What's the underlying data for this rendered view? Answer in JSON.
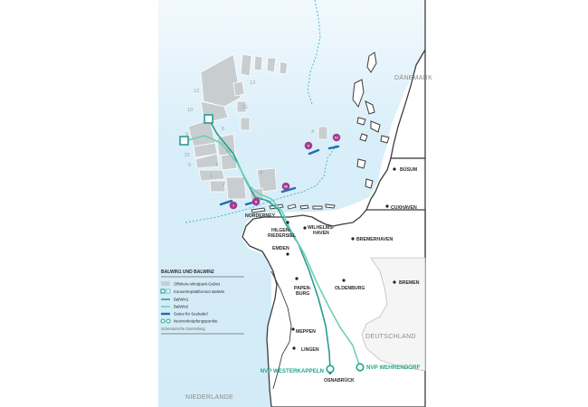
{
  "countries": {
    "daenemark": "DÄNEMARK",
    "deutschland": "DEUTSCHLAND",
    "niederlande": "NIEDERLANDE"
  },
  "cities": {
    "buesum": "BÜSUM",
    "cuxhaven": "CUXHAVEN",
    "bremerhaven": "BREMERHAVEN",
    "bremen": "BREMEN",
    "oldenburg": "OLDENBURG",
    "emden": "EMDEN",
    "papenburg_1": "PAPEN-",
    "papenburg_2": "BURG",
    "meppen": "MEPPEN",
    "lingen": "LINGEN",
    "osnabrueck": "OSNABRÜCK",
    "norderney": "NORDERNEY",
    "hilgenriedersiel_1": "HILGEN-",
    "hilgenriedersiel_2": "RIEDERSIEL",
    "wilhelmshaven_1": "WILHELMS-",
    "wilhelmshaven_2": "HAVEN"
  },
  "nvp": {
    "westerkappeln": "NVP WESTERKAPPELN",
    "wehrendorf": "NVP WEHRENDORF"
  },
  "areas": [
    "12",
    "10",
    "9",
    "21",
    "6",
    "8",
    "5",
    "7",
    "4",
    "3",
    "13",
    "11",
    "2",
    "1"
  ],
  "gates": [
    "I",
    "II",
    "III",
    "IV",
    "V"
  ],
  "legend": {
    "title": "BALWIN1 UND BALWIN2",
    "items": [
      "Offshore-Windpark-Gebiet",
      "Konverterplattformen BalWin",
      "BalWin1",
      "BalWin2",
      "Gates für Seekabel",
      "Netzverknüpfungspunkte"
    ],
    "note": "Schematische Darstellung"
  },
  "colors": {
    "sea": "#d6ecf8",
    "land": "#ffffff",
    "coast": "#3c3c3c",
    "wind_area": "#c8cdd0",
    "balwin1": "#2a9d8f",
    "balwin2": "#6fcfb9",
    "gate": "#1b6fb0",
    "gate_marker": "#a23b8f",
    "nvp": "#20a58a"
  }
}
